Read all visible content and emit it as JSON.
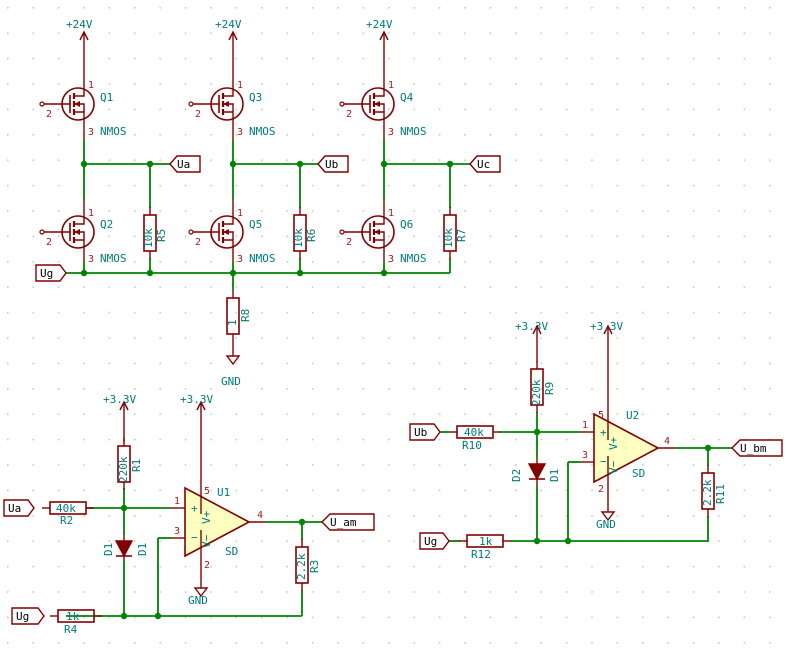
{
  "colors": {
    "background": "#ffffff",
    "wire": "#008400",
    "component": "#840000",
    "opamp_fill": "#ffffc2",
    "reference_text": "#007a7a",
    "pin_number": "#a02020",
    "grid_dot": "#c8c8c8"
  },
  "power": {
    "v24": "+24V",
    "v33": "+3.3V",
    "gnd": "GND"
  },
  "transistors": {
    "q1": {
      "ref": "Q1",
      "type": "NMOS",
      "pin_gate": "2",
      "pin_drain": "1",
      "pin_source": "3"
    },
    "q2": {
      "ref": "Q2",
      "type": "NMOS",
      "pin_gate": "2",
      "pin_drain": "1",
      "pin_source": "3"
    },
    "q3": {
      "ref": "Q3",
      "type": "NMOS",
      "pin_gate": "2",
      "pin_drain": "1",
      "pin_source": "3"
    },
    "q4": {
      "ref": "Q4",
      "type": "NMOS",
      "pin_gate": "2",
      "pin_drain": "1",
      "pin_source": "3"
    },
    "q5": {
      "ref": "Q5",
      "type": "NMOS",
      "pin_gate": "2",
      "pin_drain": "1",
      "pin_source": "3"
    },
    "q6": {
      "ref": "Q6",
      "type": "NMOS",
      "pin_gate": "2",
      "pin_drain": "1",
      "pin_source": "3"
    }
  },
  "resistors": {
    "r1": {
      "ref": "R1",
      "value": "220k"
    },
    "r2": {
      "ref": "R2",
      "value": "40k"
    },
    "r3": {
      "ref": "R3",
      "value": "2.2k"
    },
    "r4": {
      "ref": "R4",
      "value": "1k"
    },
    "r5": {
      "ref": "R5",
      "value": "10k"
    },
    "r6": {
      "ref": "R6",
      "value": "10k"
    },
    "r7": {
      "ref": "R7",
      "value": "10k"
    },
    "r8": {
      "ref": "R8",
      "value": "1"
    },
    "r9": {
      "ref": "R9",
      "value": "220k"
    },
    "r10": {
      "ref": "R10",
      "value": "40k"
    },
    "r11": {
      "ref": "R11",
      "value": "2.2k"
    },
    "r12": {
      "ref": "R12",
      "value": "1k"
    }
  },
  "diodes": {
    "d1": {
      "ref": "D1",
      "value": "D1"
    },
    "d2": {
      "ref": "D2",
      "value": "D1"
    }
  },
  "opamps": {
    "u1": {
      "ref": "U1",
      "sd": "SD",
      "vplus": "V+",
      "vminus": "V−",
      "in_plus": "+",
      "in_minus": "−",
      "pin_in1": "1",
      "pin_in3": "3",
      "pin_out": "4",
      "pin_vp": "5",
      "pin_vm": "2"
    },
    "u2": {
      "ref": "U2",
      "sd": "SD",
      "vplus": "V+",
      "vminus": "V−",
      "in_plus": "+",
      "in_minus": "−",
      "pin_in1": "1",
      "pin_in3": "3",
      "pin_out": "4",
      "pin_vp": "5",
      "pin_vm": "2"
    }
  },
  "net_labels": {
    "ua": "Ua",
    "ub": "Ub",
    "uc": "Uc",
    "ug": "Ug",
    "ua_in": "Ua",
    "ug_u1": "Ug",
    "ub_in": "Ub",
    "ug_u2": "Ug",
    "u_am": "U_am",
    "u_bm": "U_bm"
  }
}
